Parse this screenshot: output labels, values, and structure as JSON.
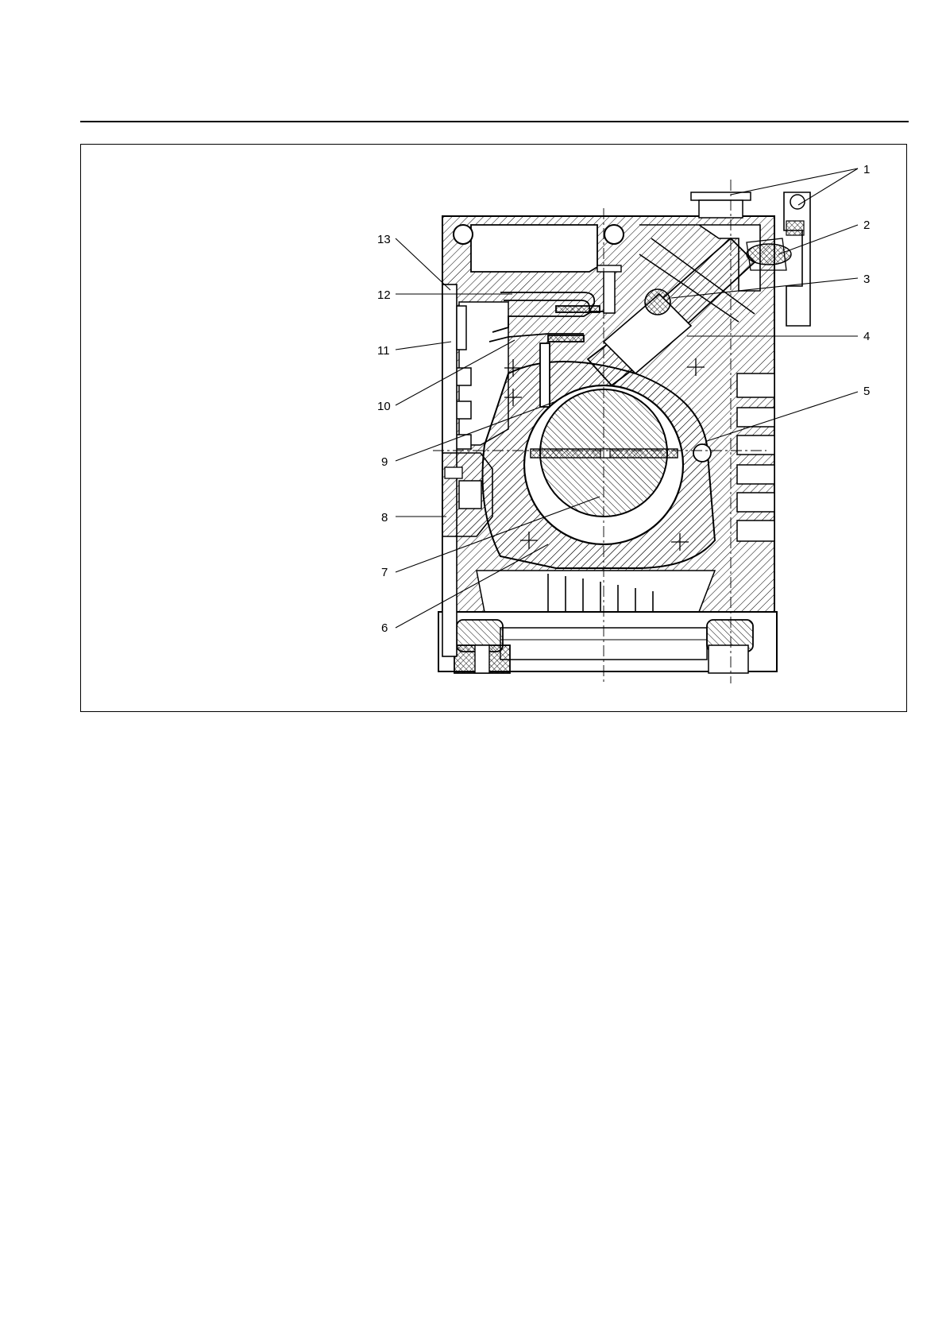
{
  "figure": {
    "callouts": [
      {
        "id": "1",
        "label": "1"
      },
      {
        "id": "2",
        "label": "2"
      },
      {
        "id": "3",
        "label": "3"
      },
      {
        "id": "4",
        "label": "4"
      },
      {
        "id": "5",
        "label": "5"
      },
      {
        "id": "6",
        "label": "6"
      },
      {
        "id": "7",
        "label": "7"
      },
      {
        "id": "8",
        "label": "8"
      },
      {
        "id": "9",
        "label": "9"
      },
      {
        "id": "10",
        "label": "10"
      },
      {
        "id": "11",
        "label": "11"
      },
      {
        "id": "12",
        "label": "12"
      },
      {
        "id": "13",
        "label": "13"
      }
    ]
  }
}
